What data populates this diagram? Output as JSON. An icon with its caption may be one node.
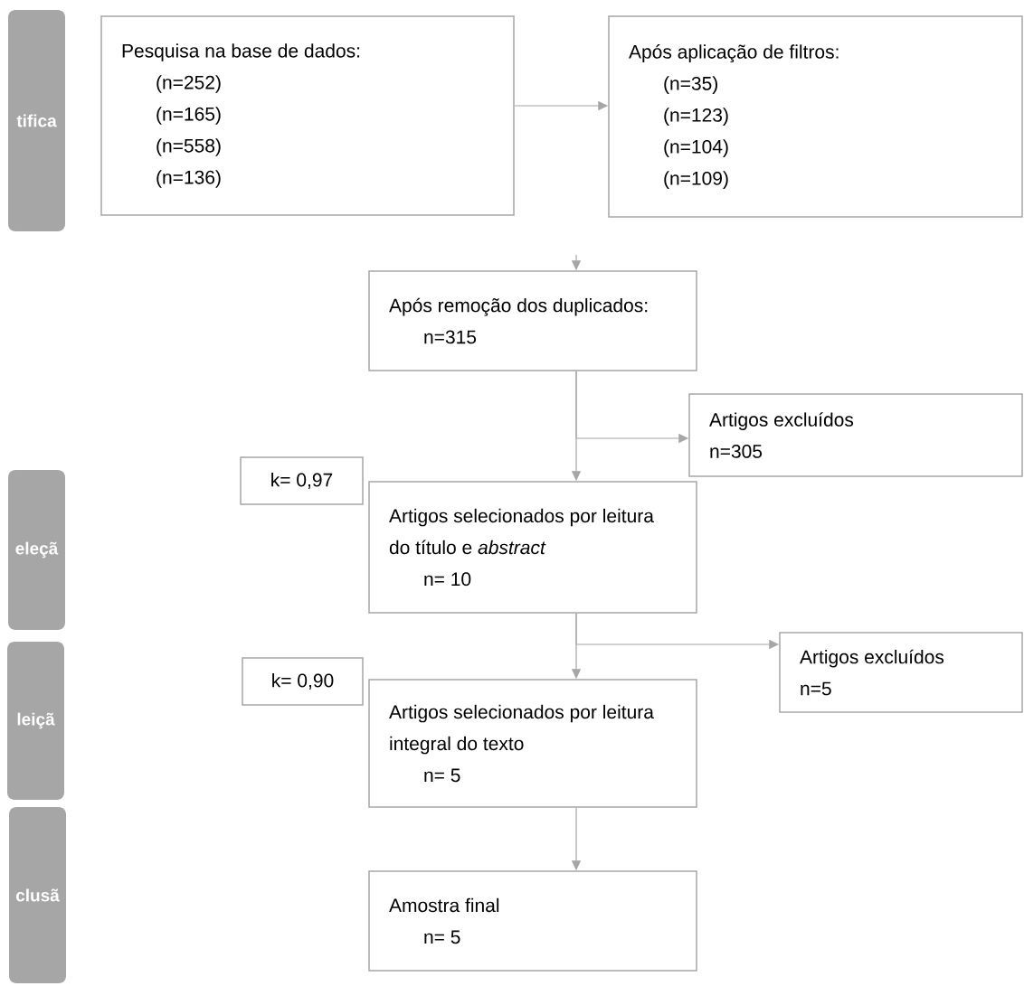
{
  "diagram": {
    "nodes": [
      {
        "text": [
          "tifica"
        ]
      },
      {
        "text": [
          "eleçã"
        ]
      },
      {
        "text": [
          "leiçã"
        ]
      },
      {
        "text": [
          "clusã"
        ]
      },
      {
        "text": [
          "Pesquisa na base de dados:",
          "(n=252)",
          "(n=165)",
          "(n=558)",
          "(n=136)"
        ]
      },
      {
        "text": [
          "Após aplicação de filtros:",
          "(n=35)",
          "(n=123)",
          "(n=104)",
          "(n=109)"
        ]
      },
      {
        "text": [
          "Após remoção dos duplicados:",
          "n=315"
        ]
      },
      {
        "text": [
          "Artigos excluídos",
          "n=305"
        ]
      },
      {
        "text": [
          "k= 0,97"
        ]
      },
      {
        "text": [
          "Artigos selecionados por leitura do título e *abstract*",
          "n= 10"
        ]
      },
      {
        "text": [
          "Artigos excluídos",
          "n=5"
        ]
      },
      {
        "text": [
          "k= 0,90"
        ]
      },
      {
        "text": [
          "Artigos selecionados por leitura integral do texto",
          "n= 5"
        ]
      },
      {
        "text": [
          "Amostra final",
          "n= 5"
        ]
      }
    ],
    "edges": [
      {
        "from": 4,
        "to": 5,
        "arrow": "to"
      },
      {
        "from": null,
        "to": 6,
        "arrow": "to"
      },
      {
        "from": 6,
        "to": 9,
        "arrow": "to"
      },
      {
        "from": 6,
        "to": 7,
        "arrow": "to"
      },
      {
        "from": 9,
        "to": 12,
        "arrow": "to"
      },
      {
        "from": 9,
        "to": 10,
        "arrow": "to"
      },
      {
        "from": 12,
        "to": 13,
        "arrow": "to"
      }
    ]
  }
}
